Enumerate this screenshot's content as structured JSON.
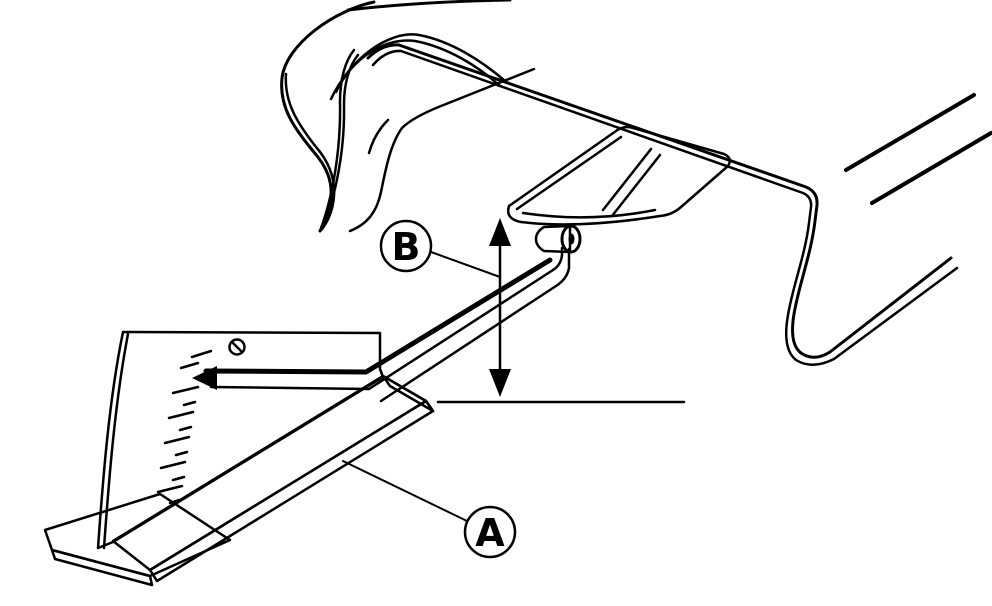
{
  "diagram": {
    "type": "technical-line-illustration",
    "background_color": "#ffffff",
    "ink_color": "#000000",
    "callouts": [
      {
        "id": "B",
        "label": "B",
        "points_to": "vertical-height-measurement-arrow"
      },
      {
        "id": "A",
        "label": "A",
        "points_to": "straight-edge-beam"
      }
    ],
    "elements": {
      "measurement_arrow": "double-headed vertical arrow between bracket underside and reference line",
      "reference_line": "horizontal datum line",
      "gauge": "height gauge with scale ticks, set screw, pointer and hooked measuring arm",
      "base": "straight edge beam on stand foot",
      "body": "vehicle body section with torn fender edge, rocker sill, bumper end and break lines",
      "bracket": "step plate with roller bolt hook point"
    }
  }
}
